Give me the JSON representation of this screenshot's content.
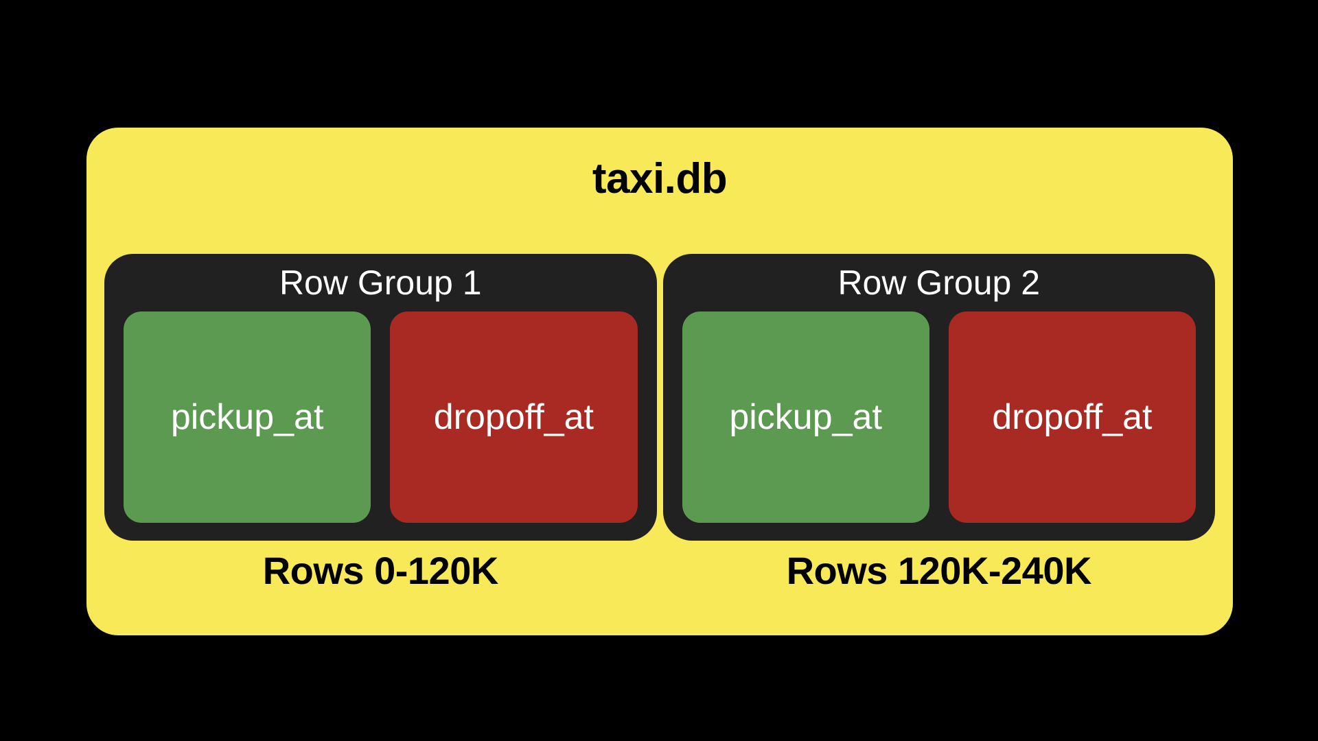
{
  "background_color": "#000000",
  "database": {
    "title": "taxi.db",
    "card_color": "#F7E957",
    "title_color": "#000000"
  },
  "row_groups": [
    {
      "title": "Row Group 1",
      "box_color": "#212121",
      "title_color": "#FFFFFF",
      "footer": "Rows 0-120K",
      "columns": [
        {
          "name": "pickup_at",
          "color": "#5C9A52",
          "text_color": "#FFFFFF"
        },
        {
          "name": "dropoff_at",
          "color": "#A92A22",
          "text_color": "#FFFFFF"
        }
      ]
    },
    {
      "title": "Row Group 2",
      "box_color": "#212121",
      "title_color": "#FFFFFF",
      "footer": "Rows 120K-240K",
      "columns": [
        {
          "name": "pickup_at",
          "color": "#5C9A52",
          "text_color": "#FFFFFF"
        },
        {
          "name": "dropoff_at",
          "color": "#A92A22",
          "text_color": "#FFFFFF"
        }
      ]
    }
  ]
}
